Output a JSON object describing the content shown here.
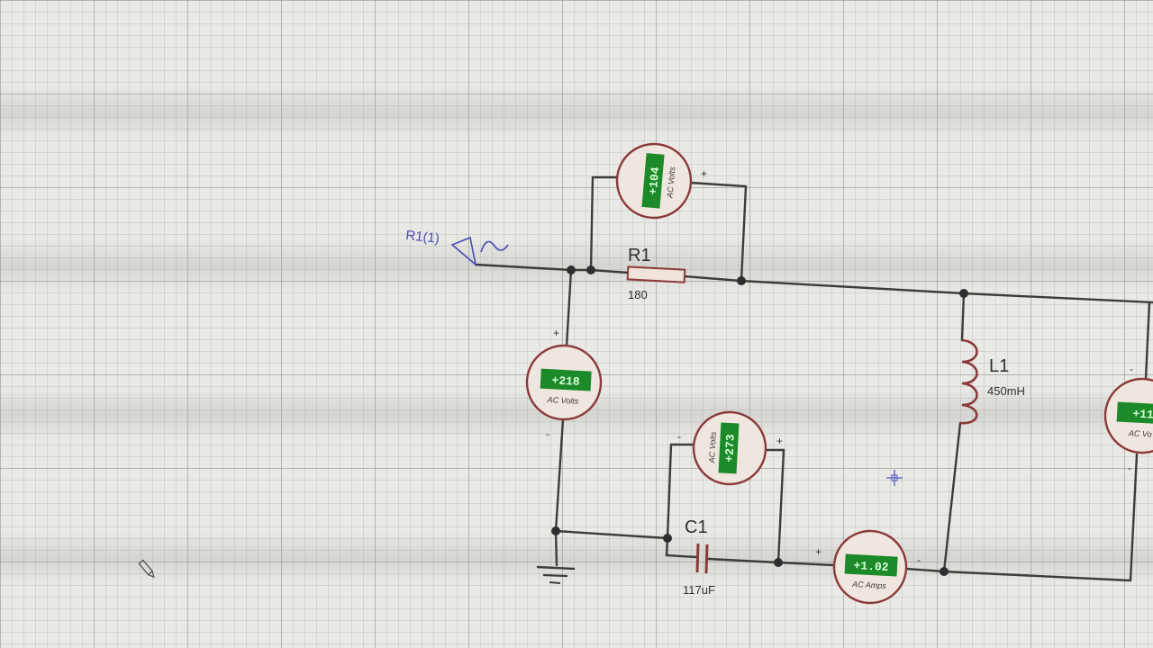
{
  "probe": {
    "label": "R1(1)"
  },
  "resistor": {
    "name": "R1",
    "value": "180"
  },
  "inductor": {
    "name": "L1",
    "value": "450mH"
  },
  "capacitor": {
    "name": "C1",
    "value": "117uF"
  },
  "meters": {
    "top": {
      "reading": "+104",
      "label": "AC Volts"
    },
    "left": {
      "reading": "+218",
      "label": "AC Volts"
    },
    "cap": {
      "reading": "+273",
      "label": "AC Volts"
    },
    "amp": {
      "reading": "+1.02",
      "label": "AC Amps"
    },
    "right": {
      "reading": "+11",
      "label": "AC Vo"
    }
  },
  "polarity": {
    "plus": "+",
    "minus": "-"
  },
  "colors": {
    "wire": "#3c3c3c",
    "meter_border": "#8a3a3a",
    "lcd": "#1c8a28",
    "probe": "#4a4ab8"
  }
}
